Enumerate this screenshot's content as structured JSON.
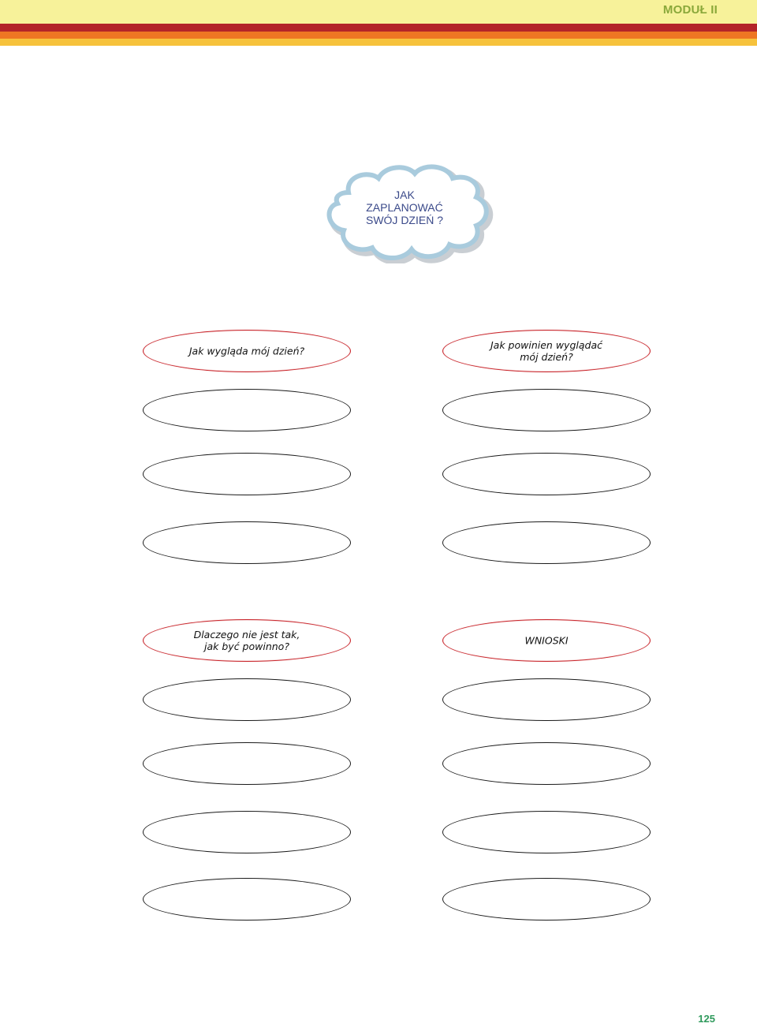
{
  "header": {
    "module_label": "MODUŁ II"
  },
  "cloud": {
    "text": "JAK\nZAPLANOWAĆ\nSWÓJ  DZIEŃ ?"
  },
  "sections": [
    {
      "left_heading": "Jak wygląda mój dzień?",
      "right_heading": "Jak powinien wyglądać\nmój dzień?",
      "blank_rows": 3
    },
    {
      "left_heading": "Dlaczego nie jest tak,\njak być powinno?",
      "right_heading": "WNIOSKI",
      "blank_rows": 4
    }
  ],
  "page": {
    "number": "125"
  },
  "colors": {
    "header_bg": "#f7f29a",
    "stripe_red": "#b32429",
    "stripe_orange": "#ee7623",
    "stripe_yellow": "#f6c23c",
    "heading_oval_border": "#c9262c",
    "cloud_outline": "#a9cbdd",
    "module_label": "#8aa83a",
    "page_number": "#2f9a5c"
  }
}
